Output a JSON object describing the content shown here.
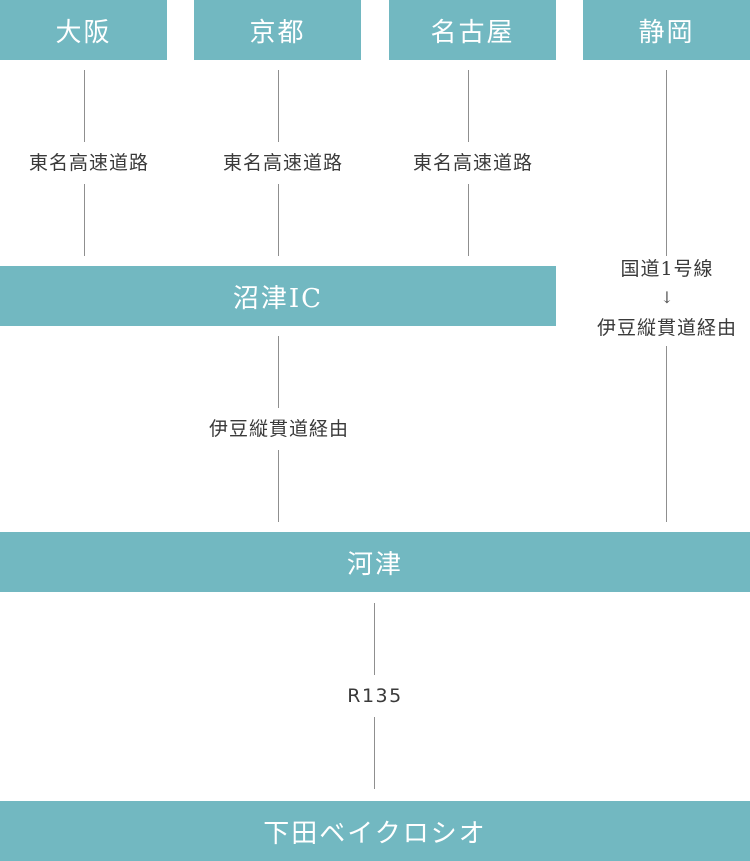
{
  "origins": [
    {
      "label": "大阪"
    },
    {
      "label": "京都"
    },
    {
      "label": "名古屋"
    },
    {
      "label": "静岡"
    }
  ],
  "routes": {
    "osaka": "東名高速道路",
    "kyoto": "東名高速道路",
    "nagoya": "東名高速道路",
    "shizuoka_route_1": "国道1号線",
    "shizuoka_arrow": "↓",
    "shizuoka_route_2": "伊豆縦貫道経由",
    "numazu_to_kawazu": "伊豆縦貫道経由",
    "kawazu_to_destination": "R135"
  },
  "waypoints": {
    "numazu_ic": "沼津IC",
    "kawazu": "河津"
  },
  "destination": {
    "label": "下田ベイクロシオ"
  },
  "colors": {
    "box_background": "#72b8c1",
    "box_text": "#ffffff",
    "line": "#8f8f8f",
    "route_text": "#3a3a3a"
  }
}
